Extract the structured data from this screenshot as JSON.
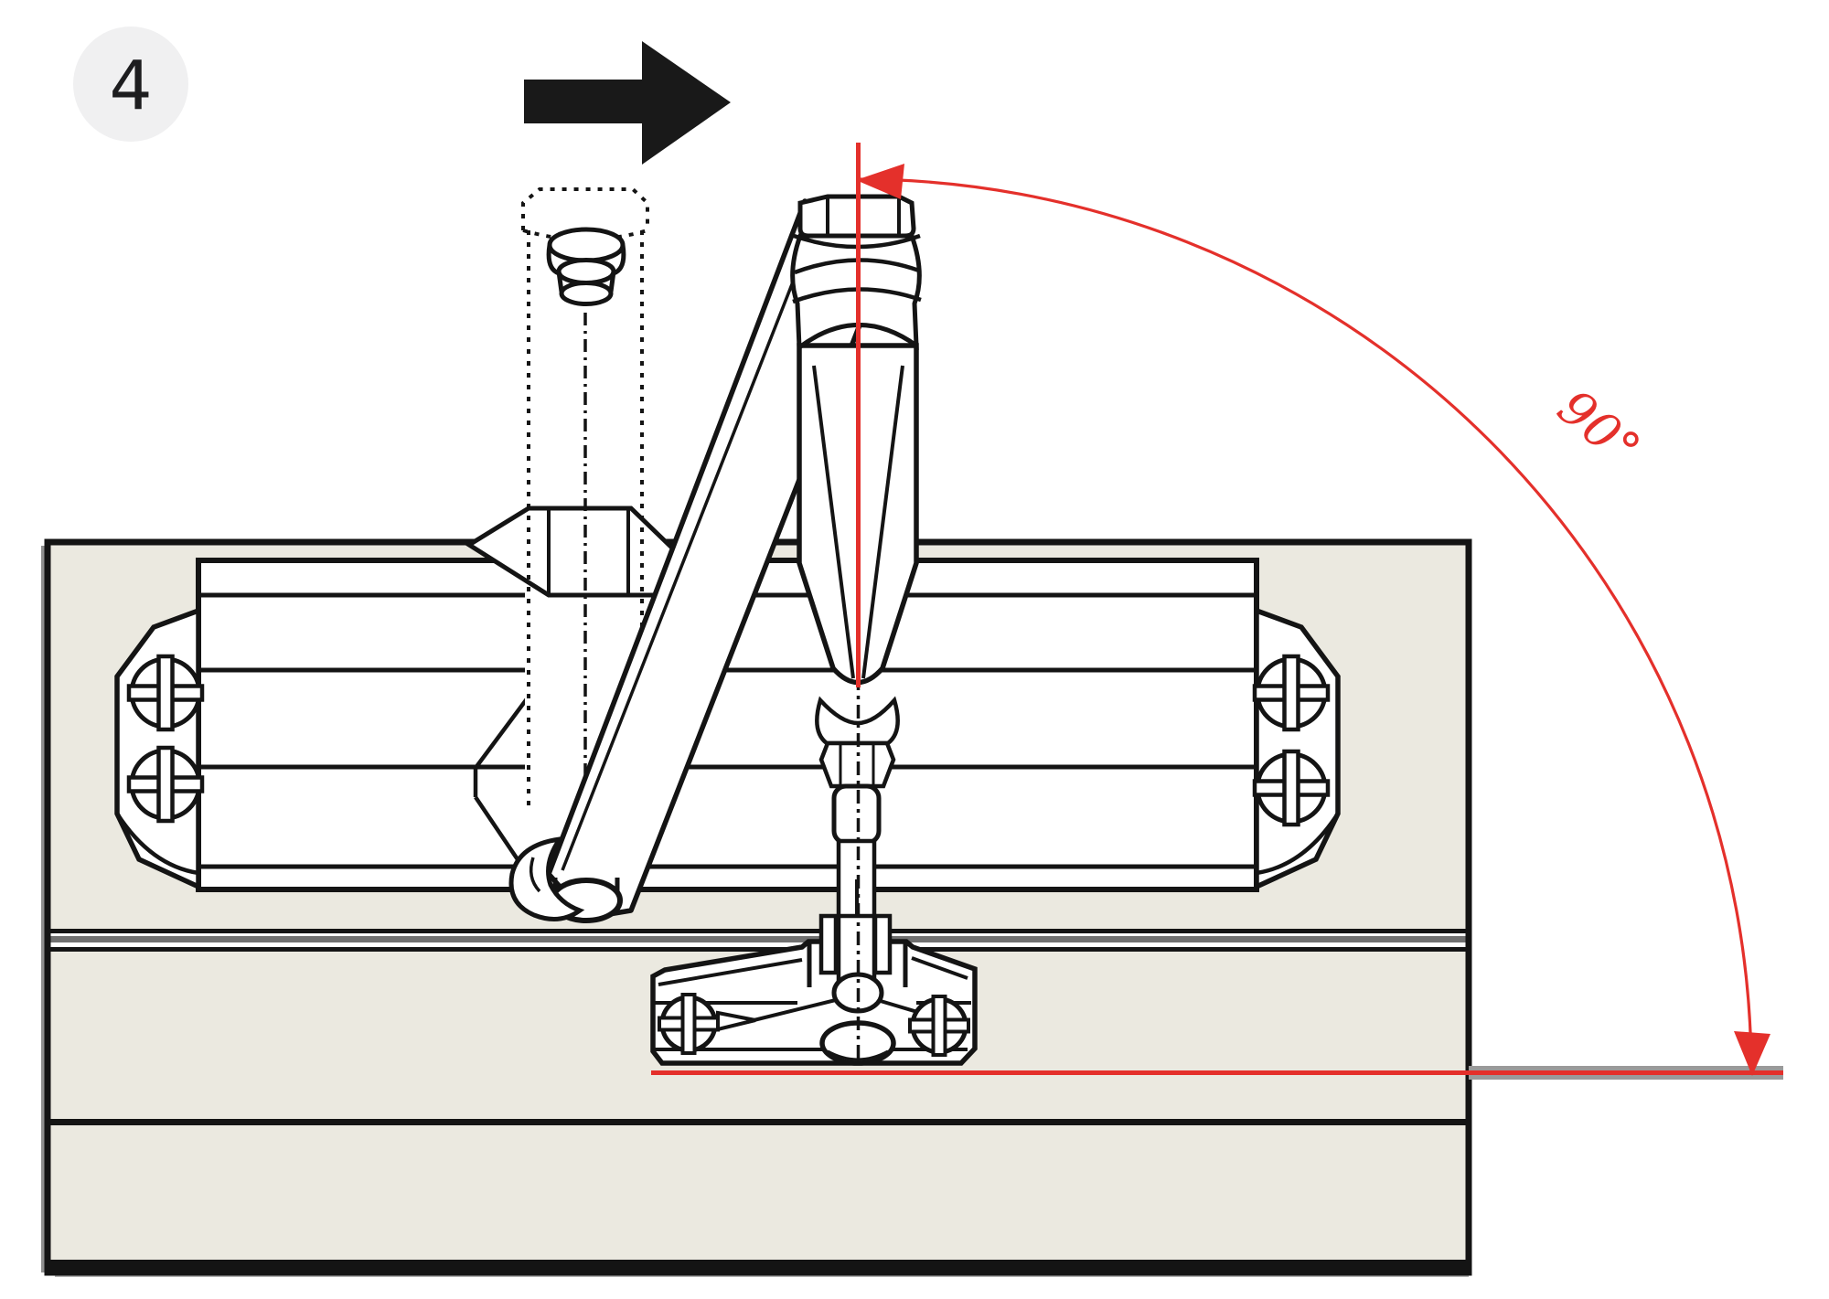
{
  "step_badge": {
    "number": "4"
  },
  "rotation_annotation": {
    "label": "90°"
  },
  "direction_arrow": {
    "icon": "arrow-right"
  },
  "colors": {
    "outline_black": "#141414",
    "door_beige": "#ebe9e0",
    "gap_gray": "#707070",
    "shadow_gray": "#9a9a9a",
    "annotation_red": "#e4302b",
    "badge_bg": "#f0f0f1"
  },
  "scene": {
    "description": "Door closer installation step: main arm swung 90 degrees from the frame reference line up to the vertical spindle axis; closer body screwed to the door leaf, arm shoe fixed to the frame below."
  }
}
